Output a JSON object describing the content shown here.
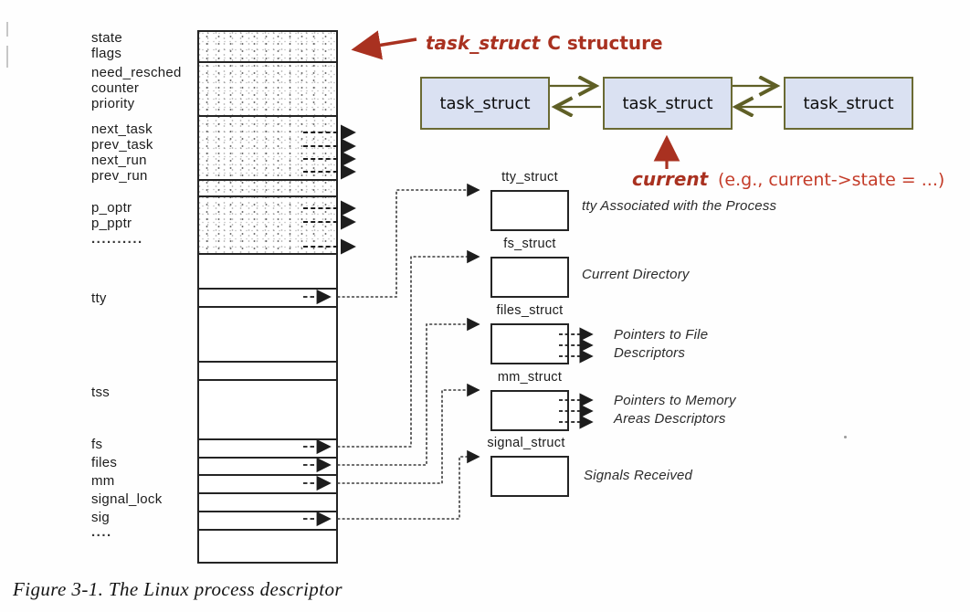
{
  "colors": {
    "red_dark": "#a93120",
    "red_bright": "#c43b28",
    "olive": "#5f5f26",
    "task_box_fill": "#dae1f2",
    "task_box_border": "#6a6a33",
    "ink": "#242424"
  },
  "heading": {
    "code": "task_struct",
    "rest": "C structure"
  },
  "linked_list": {
    "box1": "task_struct",
    "box2": "task_struct",
    "box3": "task_struct"
  },
  "current": {
    "label": "current",
    "example": "(e.g., current->state = ...)"
  },
  "fields": [
    "state",
    "flags",
    "need_resched",
    "counter",
    "priority",
    "next_task",
    "prev_task",
    "next_run",
    "prev_run",
    "p_optr",
    "p_pptr",
    "..........",
    "tty",
    "tss",
    "fs",
    "files",
    "mm",
    "signal_lock",
    "sig",
    "...."
  ],
  "structs": [
    {
      "name": "tty_struct",
      "note1": "tty Associated with the Process",
      "note2": ""
    },
    {
      "name": "fs_struct",
      "note1": "Current Directory",
      "note2": ""
    },
    {
      "name": "files_struct",
      "note1": "Pointers to File",
      "note2": "Descriptors"
    },
    {
      "name": "mm_struct",
      "note1": "Pointers to Memory",
      "note2": "Areas Descriptors"
    },
    {
      "name": "signal_struct",
      "note1": "Signals Received",
      "note2": ""
    }
  ],
  "caption": "Figure 3-1. The Linux process descriptor"
}
